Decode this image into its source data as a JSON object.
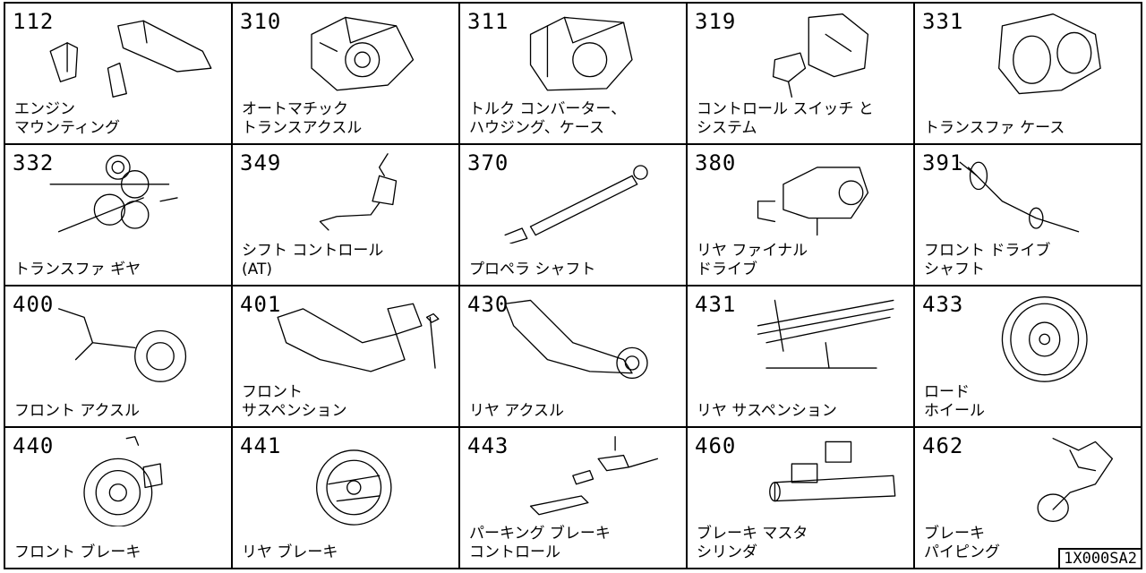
{
  "cells": [
    {
      "code": "112",
      "label": "エンジン\nマウンティング",
      "icon": "engine-mounting"
    },
    {
      "code": "310",
      "label": "オートマチック\nトランスアクスル",
      "icon": "automatic-transaxle"
    },
    {
      "code": "311",
      "label": "トルク コンバーター、\nハウジング、ケース",
      "icon": "torque-converter"
    },
    {
      "code": "319",
      "label": "コントロール スイッチ と\nシステム",
      "icon": "control-switch"
    },
    {
      "code": "331",
      "label": "トランスファ ケース",
      "icon": "transfer-case"
    },
    {
      "code": "332",
      "label": "トランスファ ギヤ",
      "icon": "transfer-gear"
    },
    {
      "code": "349",
      "label": "シフト コントロール\n(AT)",
      "icon": "shift-control"
    },
    {
      "code": "370",
      "label": "プロペラ シャフト",
      "icon": "propeller-shaft"
    },
    {
      "code": "380",
      "label": "リヤ ファイナル\nドライブ",
      "icon": "rear-final-drive"
    },
    {
      "code": "391",
      "label": "フロント ドライブ\nシャフト",
      "icon": "front-drive-shaft"
    },
    {
      "code": "400",
      "label": "フロント アクスル",
      "icon": "front-axle"
    },
    {
      "code": "401",
      "label": "フロント\nサスペンション",
      "icon": "front-suspension"
    },
    {
      "code": "430",
      "label": "リヤ アクスル",
      "icon": "rear-axle"
    },
    {
      "code": "431",
      "label": "リヤ サスペンション",
      "icon": "rear-suspension"
    },
    {
      "code": "433",
      "label": "ロード\nホイール",
      "icon": "road-wheel"
    },
    {
      "code": "440",
      "label": "フロント ブレーキ",
      "icon": "front-brake"
    },
    {
      "code": "441",
      "label": "リヤ ブレーキ",
      "icon": "rear-brake"
    },
    {
      "code": "443",
      "label": "パーキング ブレーキ\nコントロール",
      "icon": "parking-brake"
    },
    {
      "code": "460",
      "label": "ブレーキ マスタ\nシリンダ",
      "icon": "master-cylinder"
    },
    {
      "code": "462",
      "label": "ブレーキ\nパイピング",
      "icon": "brake-piping"
    }
  ],
  "reference_code": "1X000SA2"
}
